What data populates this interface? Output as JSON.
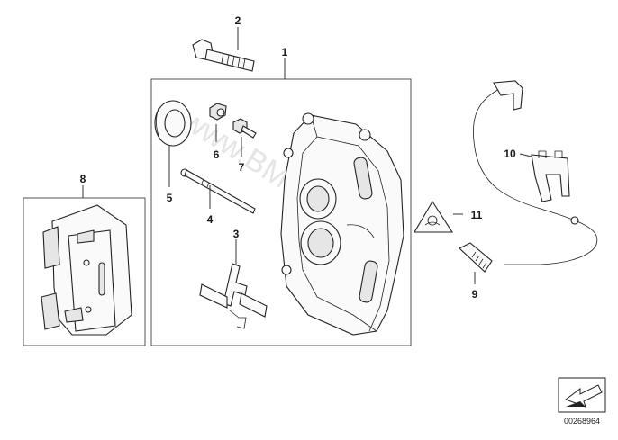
{
  "diagram": {
    "callouts": [
      {
        "id": "c1",
        "label": "1"
      },
      {
        "id": "c2",
        "label": "2"
      },
      {
        "id": "c3",
        "label": "3"
      },
      {
        "id": "c4",
        "label": "4"
      },
      {
        "id": "c5",
        "label": "5"
      },
      {
        "id": "c6",
        "label": "6"
      },
      {
        "id": "c7",
        "label": "7"
      },
      {
        "id": "c8",
        "label": "8"
      },
      {
        "id": "c9",
        "label": "9"
      },
      {
        "id": "c10",
        "label": "10"
      },
      {
        "id": "c11",
        "label": "11"
      }
    ],
    "watermark": "www.BMWstore.pl",
    "image_code": "00268964"
  },
  "icons": {
    "nav_arrow": "arrow-down-left-icon",
    "warning_triangle": "warning-triangle-icon"
  }
}
